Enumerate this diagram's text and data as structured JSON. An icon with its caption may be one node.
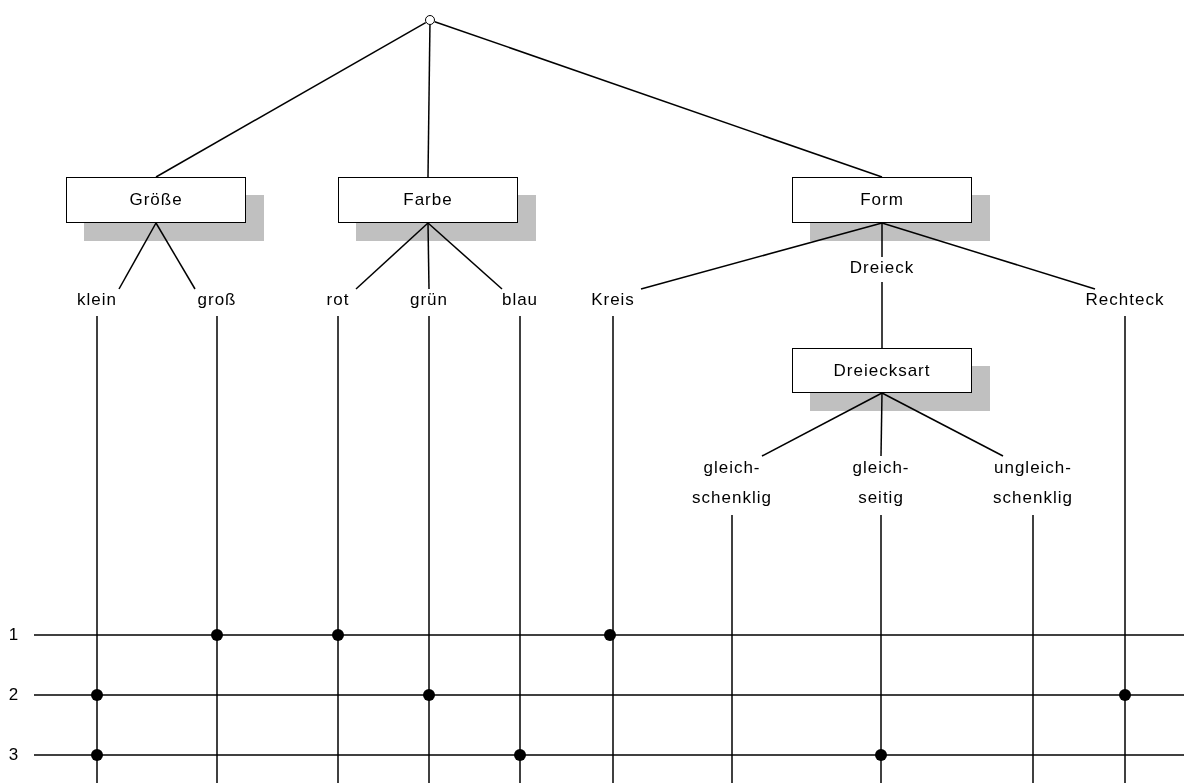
{
  "diagram": {
    "nodes": [
      {
        "text": [],
        "shape": "circle"
      },
      {
        "text": [
          "Größe"
        ]
      },
      {
        "text": [
          "Farbe"
        ]
      },
      {
        "text": [
          "Form"
        ]
      },
      {
        "text": [
          "klein"
        ]
      },
      {
        "text": [
          "groß"
        ]
      },
      {
        "text": [
          "rot"
        ]
      },
      {
        "text": [
          "grün"
        ]
      },
      {
        "text": [
          "blau"
        ]
      },
      {
        "text": [
          "Kreis"
        ]
      },
      {
        "text": [
          "Dreieck"
        ]
      },
      {
        "text": [
          "Rechteck"
        ]
      },
      {
        "text": [
          "Dreiecksart"
        ]
      },
      {
        "text": [
          "gleich- schenklig"
        ]
      },
      {
        "text": [
          "gleich- seitig"
        ]
      },
      {
        "text": [
          "ungleich- schenklig"
        ]
      },
      {
        "text": [
          "1"
        ]
      },
      {
        "text": [
          "2"
        ]
      },
      {
        "text": [
          "3"
        ]
      },
      {
        "text": [],
        "shape": "dot"
      },
      {
        "text": [],
        "shape": "dot"
      },
      {
        "text": [],
        "shape": "dot"
      },
      {
        "text": [],
        "shape": "dot"
      },
      {
        "text": [],
        "shape": "dot"
      },
      {
        "text": [],
        "shape": "dot"
      },
      {
        "text": [],
        "shape": "dot"
      },
      {
        "text": [],
        "shape": "dot"
      },
      {
        "text": [],
        "shape": "dot"
      }
    ],
    "edges": [
      {
        "from": 0,
        "to": 1,
        "arrow": "none"
      },
      {
        "from": 0,
        "to": 2,
        "arrow": "none"
      },
      {
        "from": 0,
        "to": 3,
        "arrow": "none"
      },
      {
        "from": 1,
        "to": 4,
        "arrow": "none"
      },
      {
        "from": 1,
        "to": 5,
        "arrow": "none"
      },
      {
        "from": 2,
        "to": 6,
        "arrow": "none"
      },
      {
        "from": 2,
        "to": 7,
        "arrow": "none"
      },
      {
        "from": 2,
        "to": 8,
        "arrow": "none"
      },
      {
        "from": 3,
        "to": 9,
        "arrow": "none"
      },
      {
        "from": 3,
        "to": 10,
        "arrow": "none"
      },
      {
        "from": 3,
        "to": 11,
        "arrow": "none"
      },
      {
        "from": 10,
        "to": 12,
        "arrow": "none"
      },
      {
        "from": 12,
        "to": 13,
        "arrow": "none"
      },
      {
        "from": 12,
        "to": 14,
        "arrow": "none"
      },
      {
        "from": 12,
        "to": 15,
        "arrow": "none"
      },
      {
        "from": 4,
        "to": null,
        "arrow": "none"
      },
      {
        "from": 5,
        "to": null,
        "arrow": "none"
      },
      {
        "from": 6,
        "to": null,
        "arrow": "none"
      },
      {
        "from": 7,
        "to": null,
        "arrow": "none"
      },
      {
        "from": 8,
        "to": null,
        "arrow": "none"
      },
      {
        "from": 9,
        "to": null,
        "arrow": "none"
      },
      {
        "from": 13,
        "to": null,
        "arrow": "none"
      },
      {
        "from": 14,
        "to": null,
        "arrow": "none"
      },
      {
        "from": 15,
        "to": null,
        "arrow": "none"
      },
      {
        "from": 11,
        "to": null,
        "arrow": "none"
      },
      {
        "from": 16,
        "to": null,
        "arrow": "none"
      },
      {
        "from": 17,
        "to": null,
        "arrow": "none"
      },
      {
        "from": 18,
        "to": null,
        "arrow": "none"
      }
    ]
  }
}
